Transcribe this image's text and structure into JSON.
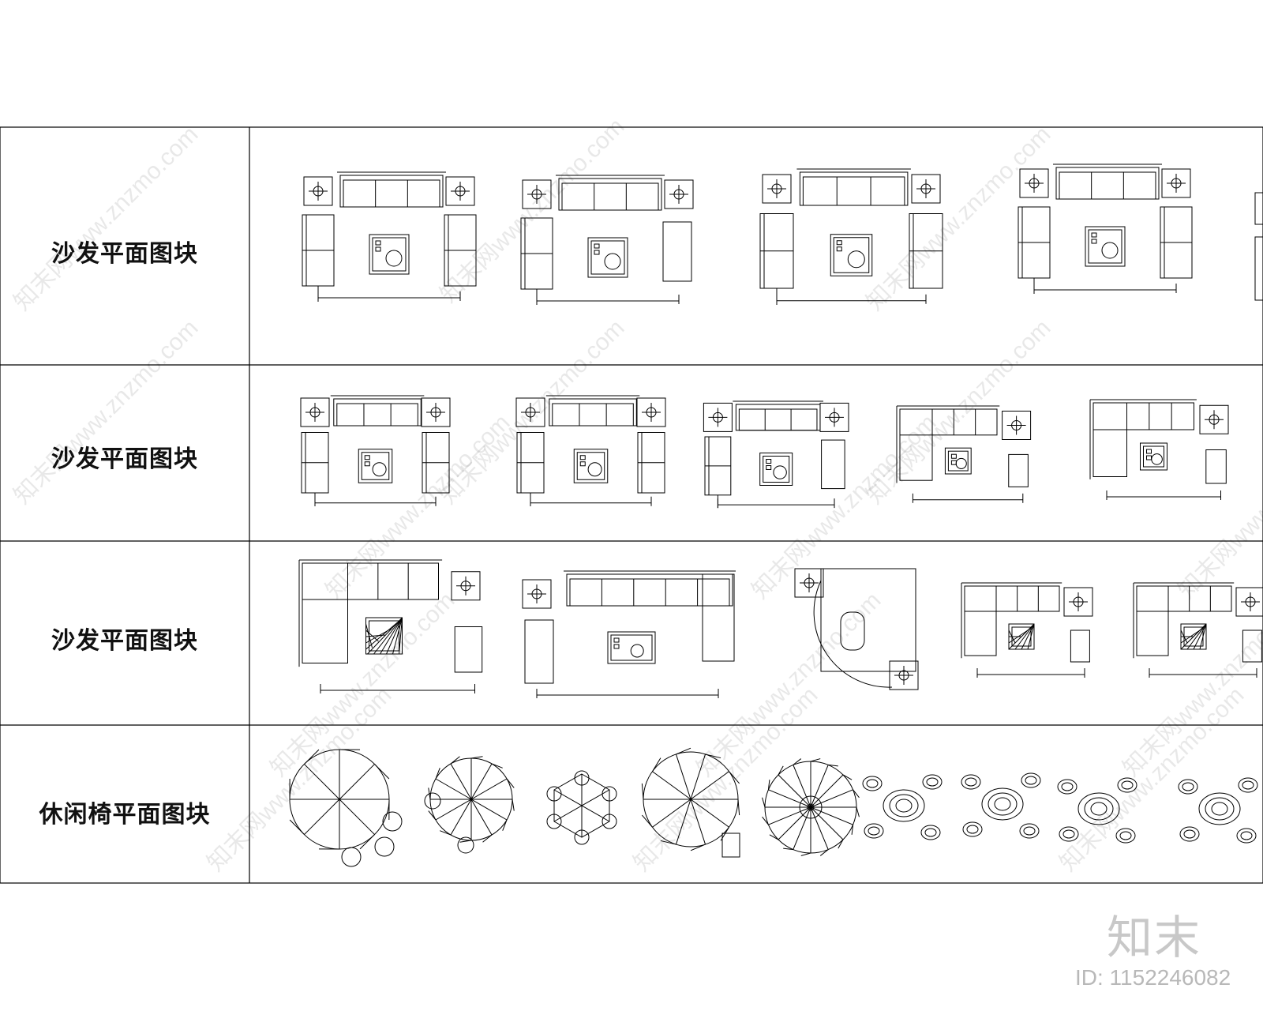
{
  "rows": [
    {
      "label": "沙发平面图块"
    },
    {
      "label": "沙发平面图块"
    },
    {
      "label": "沙发平面图块"
    },
    {
      "label": "休闲椅平面图块"
    }
  ],
  "watermark": {
    "text": "知末网www.znzmo.com"
  },
  "brand": {
    "logo_text": "知末",
    "id_text": "ID: 1152246082"
  },
  "colors": {
    "line": "#000000",
    "background": "#ffffff",
    "brand": "#c8c8c8"
  }
}
